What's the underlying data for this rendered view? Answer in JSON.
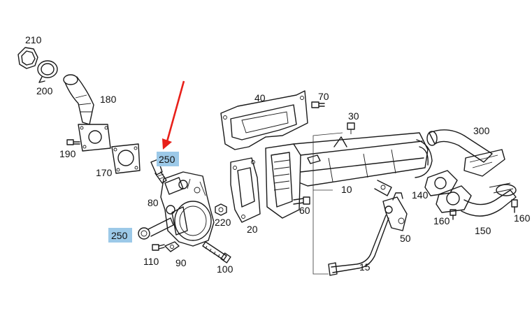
{
  "colors": {
    "line": "#1a1a1a",
    "highlight": "#9cc9e8",
    "arrow": "#e8201a",
    "background": "#ffffff"
  },
  "labels": {
    "p210": "210",
    "p200": "200",
    "p180": "180",
    "p190": "190",
    "p170": "170",
    "p250_top": "250",
    "p250_left": "250",
    "p80": "80",
    "p110": "110",
    "p90": "90",
    "p100": "100",
    "p220": "220",
    "p20": "20",
    "p40": "40",
    "p70": "70",
    "p30": "30",
    "p10": "10",
    "p60": "60",
    "p15": "15",
    "p50": "50",
    "p300": "300",
    "p140": "140",
    "p160_a": "160",
    "p150": "150",
    "p160_b": "160"
  }
}
